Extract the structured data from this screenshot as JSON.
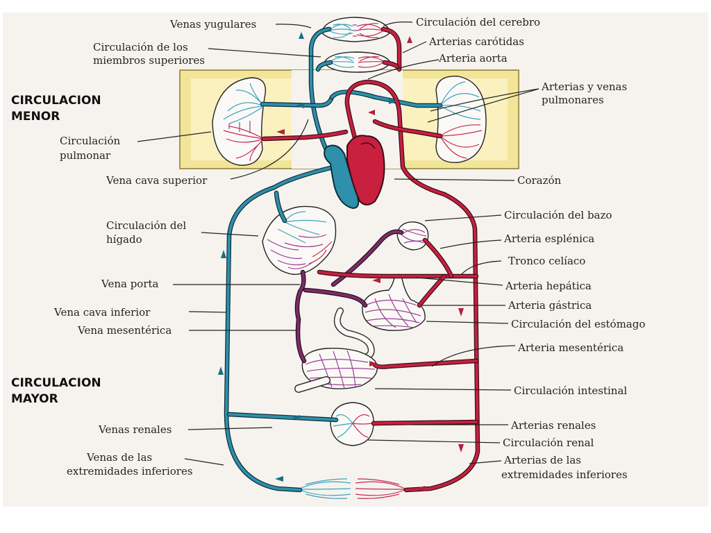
{
  "titles": {
    "menor": [
      "CIRCULACION",
      "MENOR"
    ],
    "mayor": [
      "CIRCULACION",
      "MAYOR"
    ]
  },
  "labels_left": {
    "venas_yugulares": "Venas yugulares",
    "miembros_sup": [
      "Circulación de los",
      "miembros superiores"
    ],
    "circ_pulmonar": [
      "Circulación",
      "pulmonar"
    ],
    "vena_cava_sup": "Vena cava superior",
    "circ_higado": [
      "Circulación del",
      "hígado"
    ],
    "vena_porta": "Vena porta",
    "vena_cava_inf": "Vena cava inferior",
    "vena_mesenterica": "Vena mesentérica",
    "venas_renales": "Venas renales",
    "venas_extremidades": [
      "Venas de las",
      "extremidades inferiores"
    ]
  },
  "labels_right": {
    "circ_cerebro": "Circulación del cerebro",
    "arterias_carotidas": "Arterias carótidas",
    "arteria_aorta": "Arteria aorta",
    "arterias_venas_pulm": [
      "Arterias y venas",
      "pulmonares"
    ],
    "corazon": "Corazón",
    "circ_bazo": "Circulación del bazo",
    "arteria_esplenica": "Arteria esplénica",
    "tronco_celiaco": "Tronco celíaco",
    "arteria_hepatica": "Arteria hepática",
    "arteria_gastrica": "Arteria gástrica",
    "circ_estomago": "Circulación del estómago",
    "arteria_mesenterica": "Arteria mesentérica",
    "circ_intestinal": "Circulación intestinal",
    "arterias_renales": "Arterias renales",
    "circ_renal": "Circulación renal",
    "arterias_extremidades": [
      "Arterias de las",
      "extremidades inferiores"
    ]
  },
  "colors": {
    "venous_blood": "#2e90ab",
    "arterial_blood": "#c8203e",
    "portal_blood": "#7a2e66",
    "pulmonary_zone": "#f4e7a0",
    "background": "#f6f3ee"
  }
}
